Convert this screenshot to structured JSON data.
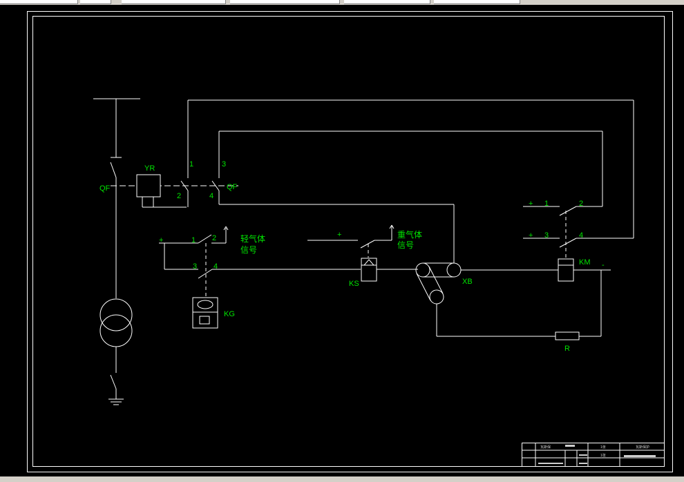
{
  "diagram": {
    "labels": {
      "qf_left": "QF",
      "yr": "YR",
      "qf_right": "QF",
      "qf_pin1": "1",
      "qf_pin2": "2",
      "qf_pin3": "3",
      "qf_pin4": "4",
      "light_gas_plus": "+",
      "light_gas_pin1": "1",
      "light_gas_pin2": "2",
      "light_gas_pin3": "3",
      "light_gas_pin4": "4",
      "light_gas_line1": "轻气体",
      "light_gas_line2": "信号",
      "heavy_gas_plus": "+",
      "heavy_gas_line1": "重气体",
      "heavy_gas_line2": "信号",
      "kg": "KG",
      "ks": "KS",
      "xb": "XB",
      "km": "KM",
      "km_minus": "-",
      "km_plus1": "+",
      "km_pin1": "1",
      "km_pin2": "2",
      "km_plus3": "+",
      "km_pin3": "3",
      "km_pin4": "4",
      "r": "R"
    },
    "title_block": {
      "t1": "瓦斯保",
      "t2": "1张",
      "t3": "1张",
      "t4": "瓦斯保护"
    }
  },
  "colors": {
    "line": "#ffffff",
    "label": "#00e400",
    "background": "#000000"
  }
}
